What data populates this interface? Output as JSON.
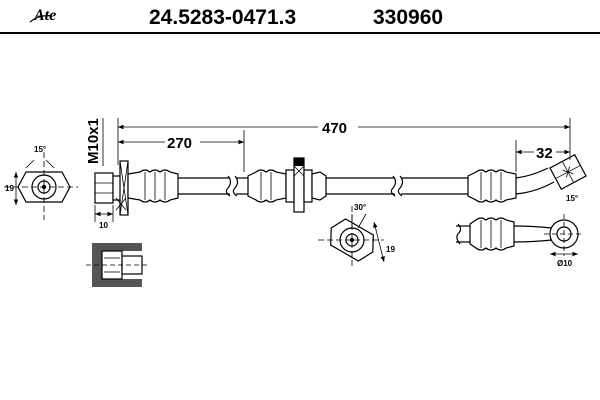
{
  "header": {
    "brand": "Ate",
    "part_number": "24.5283-0471.3",
    "ref_number": "330960"
  },
  "dimensions": {
    "total_length": "470",
    "partial_length": "270",
    "right_length": "32",
    "thread": "M10x1",
    "angle_left": "15°",
    "width_left": "19",
    "nut_width": "10",
    "angle_mid": "30°",
    "width_mid": "19",
    "angle_right": "15°",
    "diameter_right": "Ø10"
  },
  "colors": {
    "line": "#000000",
    "background": "#ffffff",
    "hatch": "#555555"
  }
}
